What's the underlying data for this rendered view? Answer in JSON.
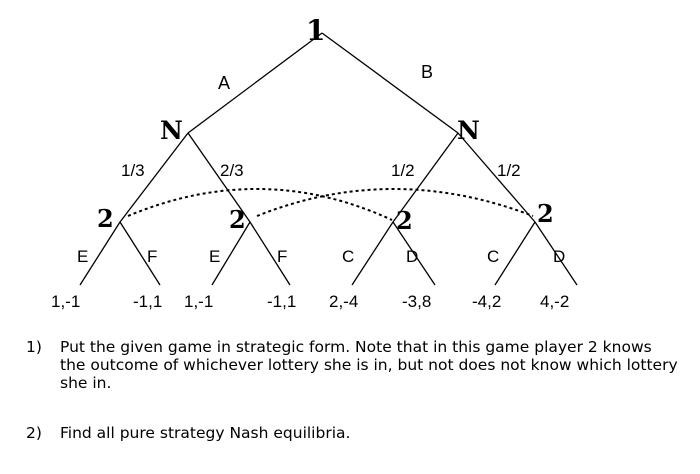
{
  "tree": {
    "root_label": "1",
    "move_left": "A",
    "move_right": "B",
    "nature_left": "N",
    "nature_right": "N",
    "prob_ll": "1/3",
    "prob_lr": "2/3",
    "prob_rl": "1/2",
    "prob_rr": "1/2",
    "p2_label": "2",
    "moves": [
      "E",
      "F",
      "E",
      "F",
      "C",
      "D",
      "C",
      "D"
    ],
    "payoffs": [
      "1,-1",
      "-1,1",
      "1,-1",
      "-1,1",
      "2,-4",
      "-3,8",
      "-4,2",
      "4,-2"
    ]
  },
  "questions": [
    {
      "num": "1)",
      "text": "Put the given game in strategic form. Note that in this game player 2 knows the outcome of whichever lottery she is in, but not does not know which lottery she in."
    },
    {
      "num": "2)",
      "text": "Find all pure strategy Nash equilibria."
    }
  ]
}
